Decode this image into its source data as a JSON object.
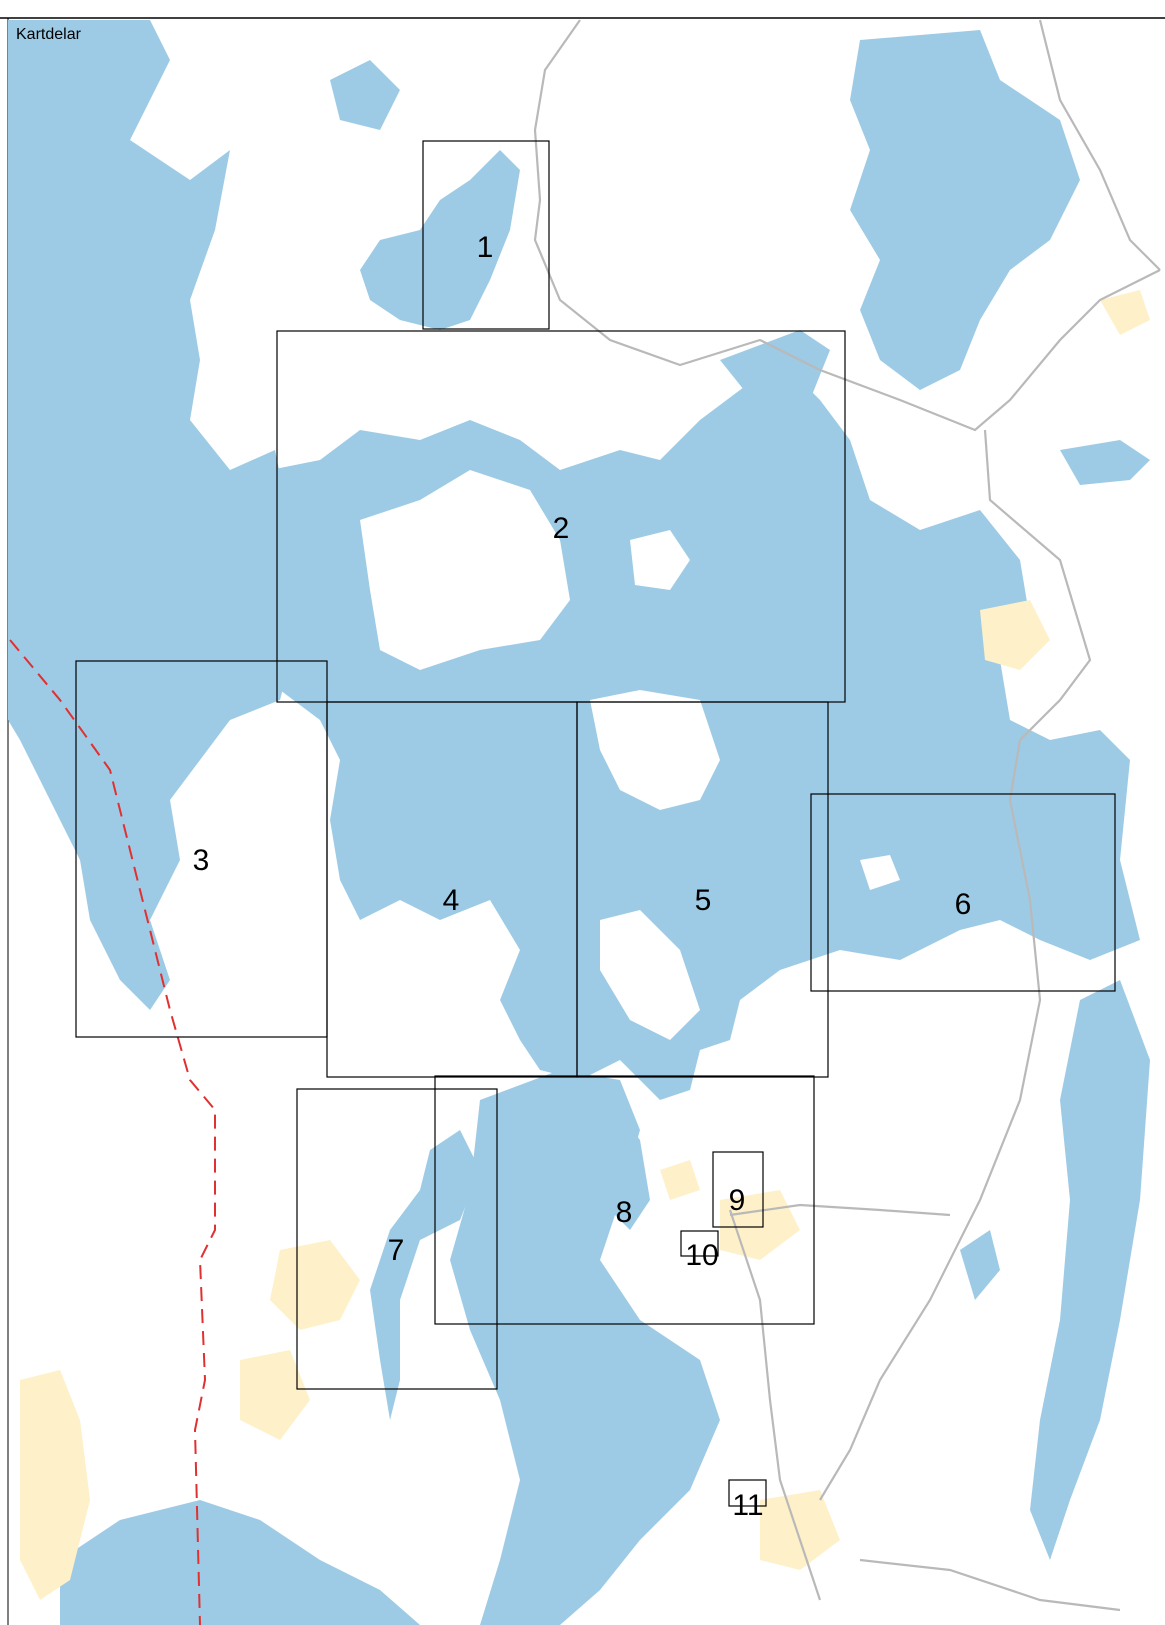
{
  "map": {
    "title": "Kartdelar",
    "colors": {
      "water": "#9dcbe5",
      "land": "#ffffff",
      "urban": "#fef0c8",
      "road": "#b9b9b9",
      "border": "#e03030",
      "frame": "#000000"
    },
    "parts": [
      {
        "label": "1"
      },
      {
        "label": "2"
      },
      {
        "label": "3"
      },
      {
        "label": "4"
      },
      {
        "label": "5"
      },
      {
        "label": "6"
      },
      {
        "label": "7"
      },
      {
        "label": "8"
      },
      {
        "label": "9"
      },
      {
        "label": "10"
      },
      {
        "label": "11"
      }
    ]
  }
}
